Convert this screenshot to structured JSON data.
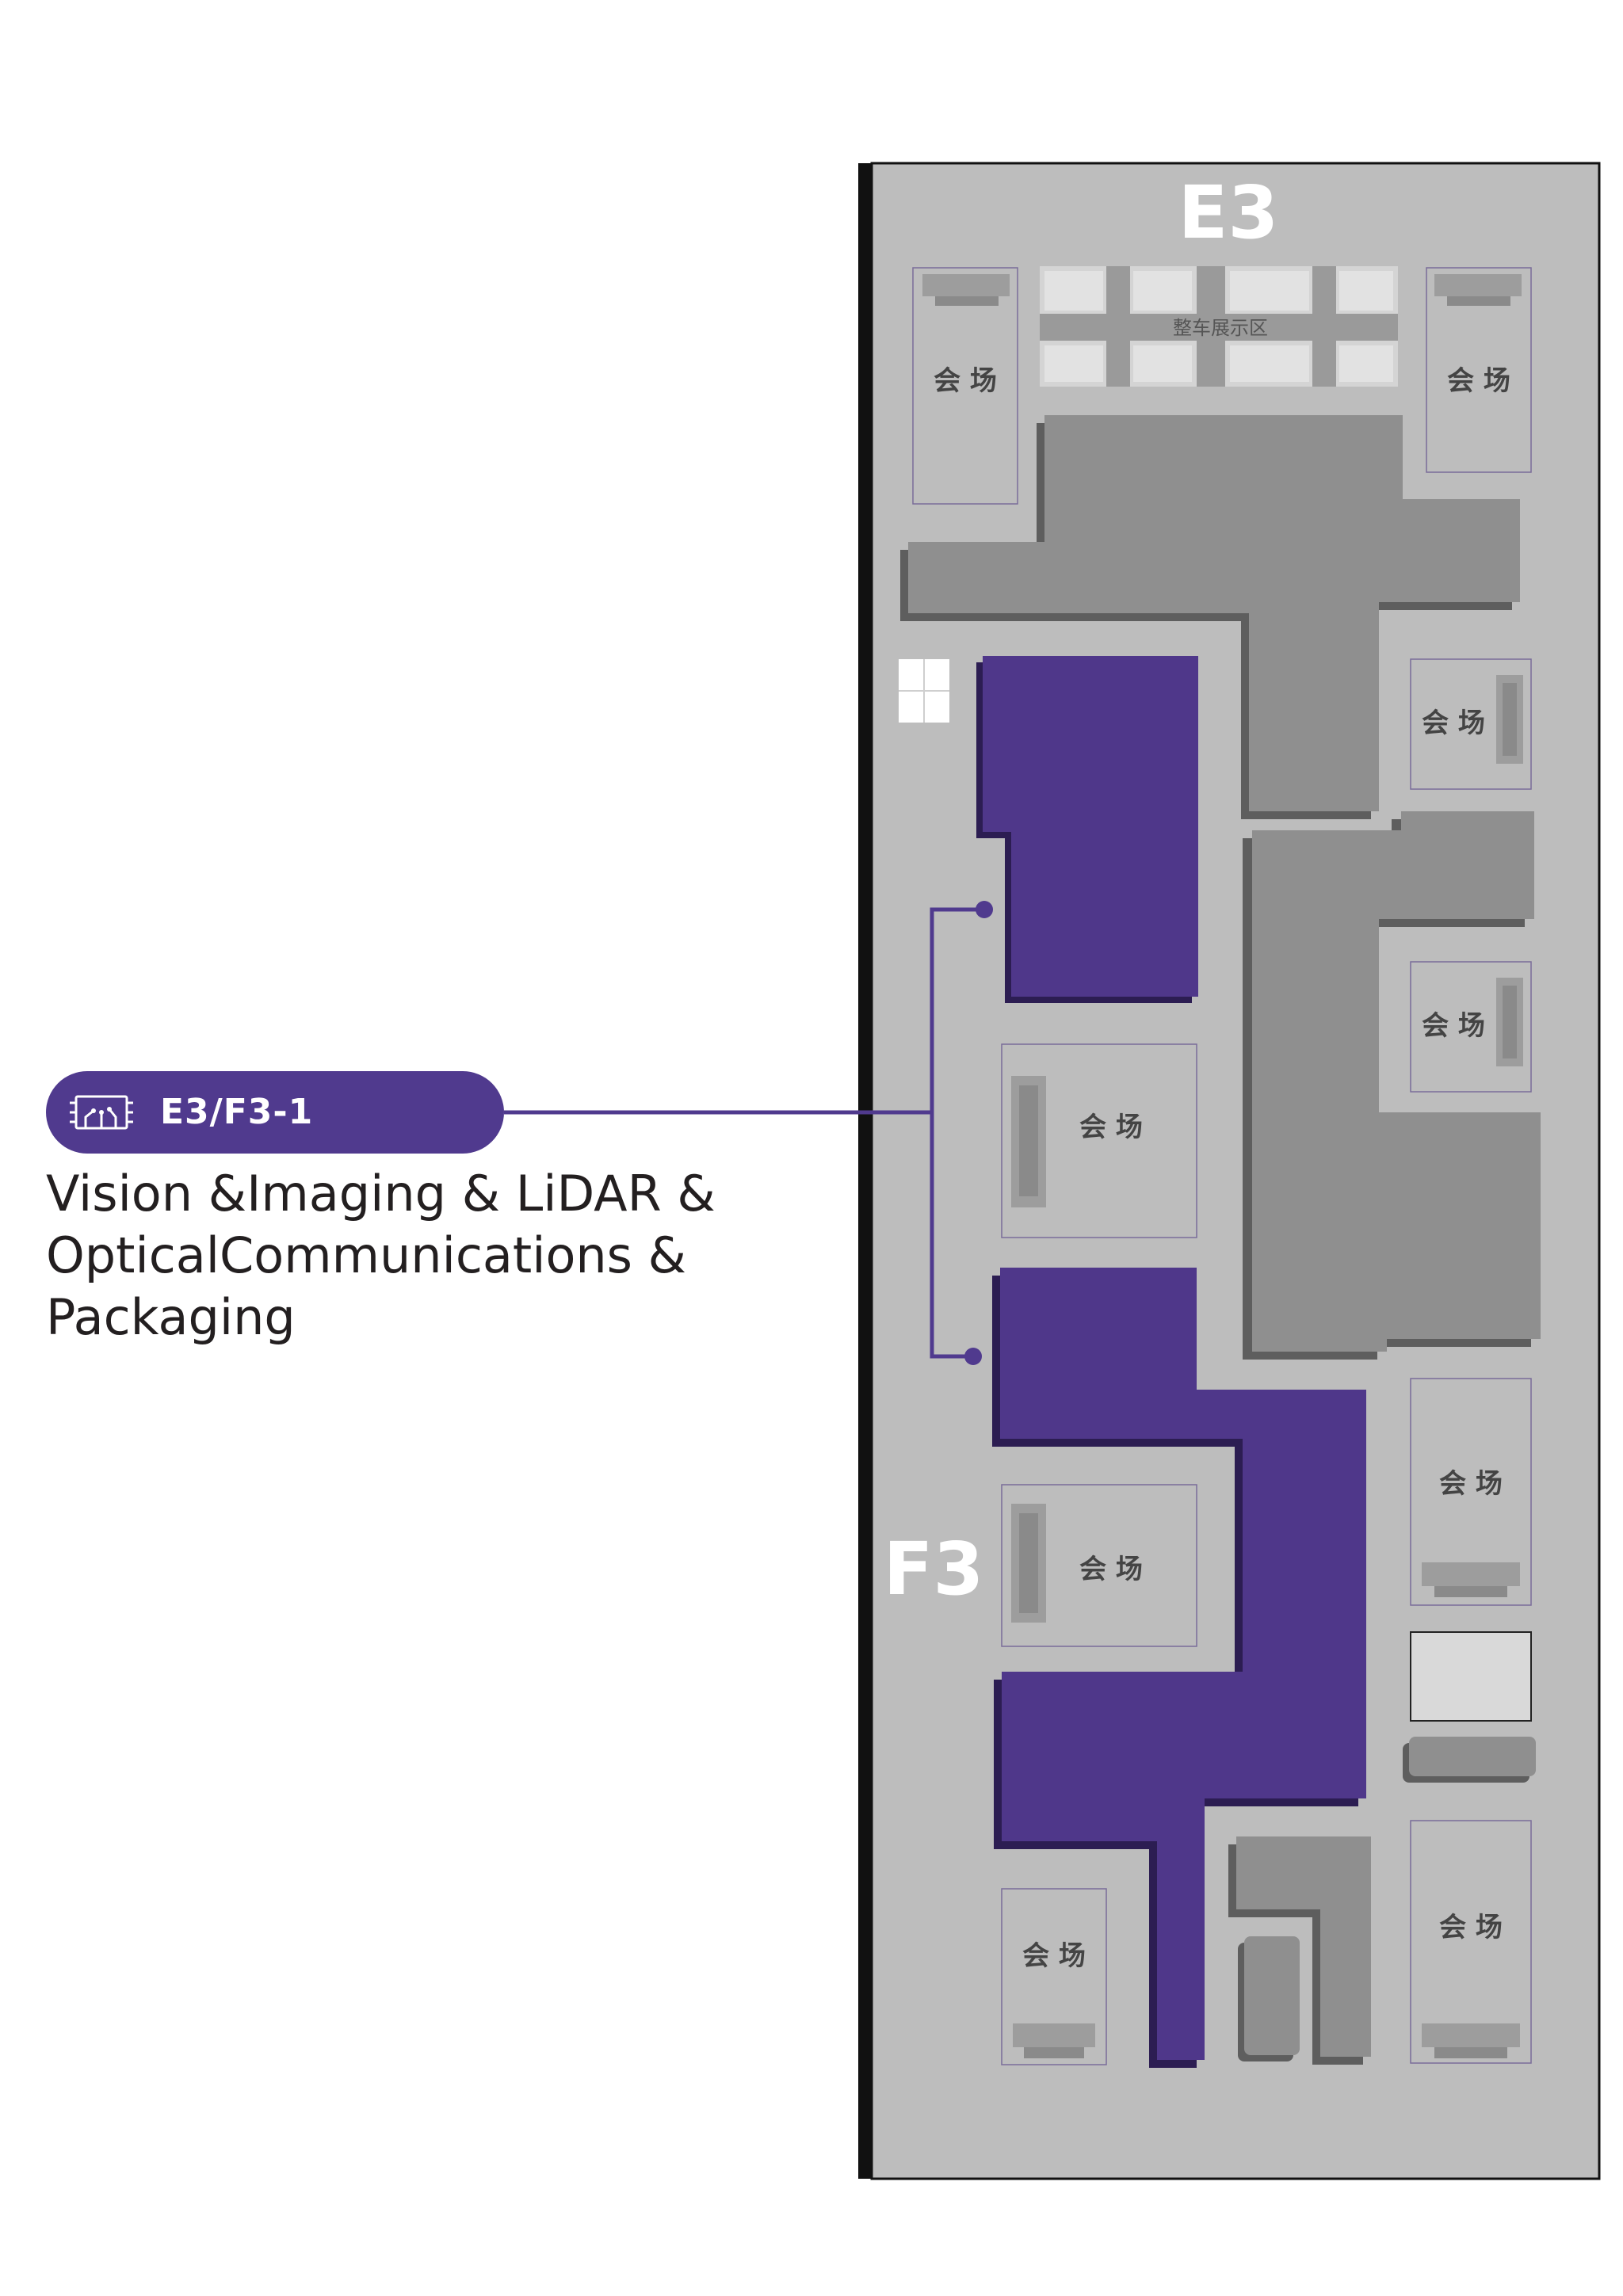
{
  "halls": {
    "top": "E3",
    "bottom": "F3"
  },
  "zones": {
    "vehicle_display": "整车展示区",
    "venue": "会 场"
  },
  "callout": {
    "code": "E3/F3-1",
    "icon": "circuit-chip-icon",
    "description_lines": [
      "Vision &Imaging & LiDAR &",
      "OpticalCommunications &",
      "Packaging"
    ],
    "accent_color": "#503a8e"
  },
  "colors": {
    "floor": "#bdbdbd",
    "booth_gray": "#8f8f8f",
    "booth_highlight": "#4f378a"
  }
}
